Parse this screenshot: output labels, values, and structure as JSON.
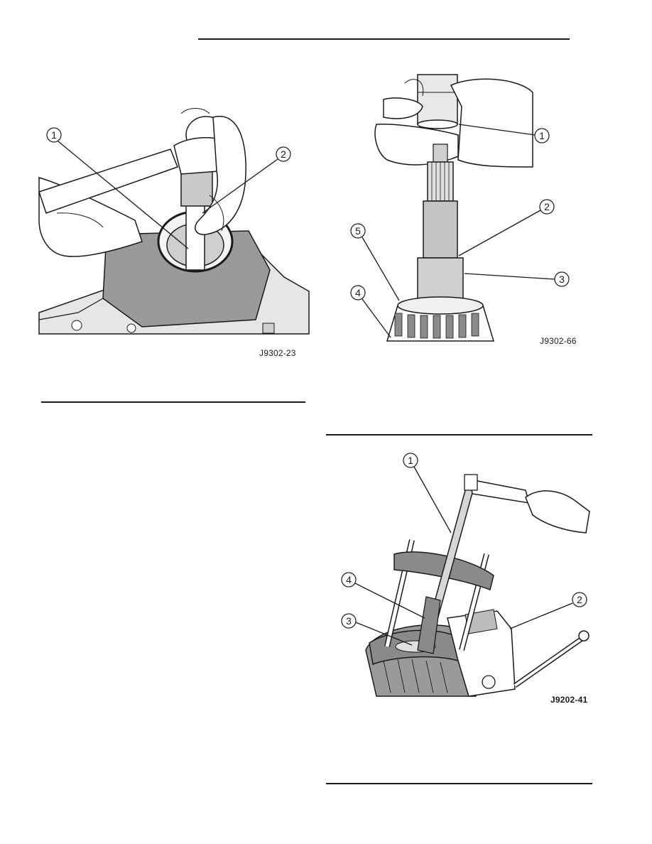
{
  "figures": [
    {
      "id": "J9302-23",
      "callouts": [
        "1",
        "2"
      ]
    },
    {
      "id": "J9302-66",
      "callouts": [
        "1",
        "2",
        "3",
        "4",
        "5"
      ]
    },
    {
      "id": "J9202-41",
      "callouts": [
        "1",
        "2",
        "3",
        "4"
      ]
    }
  ]
}
